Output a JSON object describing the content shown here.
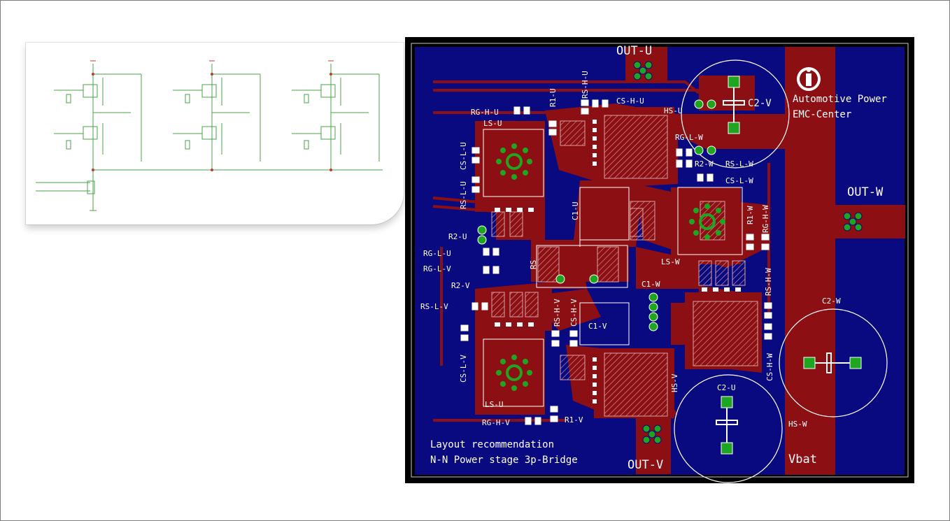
{
  "pcb": {
    "outputs": {
      "u": "OUT-U",
      "v": "OUT-V",
      "w": "OUT-W"
    },
    "supply": "Vbat",
    "branding": {
      "line1": "Automotive Power",
      "line2": "EMC-Center"
    },
    "caption": {
      "line1": "Layout recommendation",
      "line2": "N-N Power stage 3p-Bridge"
    },
    "components": {
      "c2_v_big": "C2-V",
      "c2_w": "C2-W",
      "c2_u": "C2-U",
      "cs_h_u": "CS-H-U",
      "hs_u": "HS-U",
      "rg_h_u": "RG-H-U",
      "r1_u": "R1-U",
      "rs_h_u": "RS-H-U",
      "ls_u": "LS-U",
      "cs_l_u": "CS-L-U",
      "rs_l_u": "RS-L-U",
      "c1_u": "C1-U",
      "rg_l_w": "RG-L-W",
      "r2_w": "R2-W",
      "rs_l_w": "RS-L-W",
      "cs_l_w": "CS-L-W",
      "r1_w": "R1-W",
      "rg_h_w": "RG-H-W",
      "ls_w": "LS-W",
      "rs_h_w": "RS-H-W",
      "r2_u": "R2-U",
      "rg_l_u": "RG-L-U",
      "rg_l_v": "RG-L-V",
      "r2_v": "R2-V",
      "rs": "RS",
      "rs_l_v": "RS-L-V",
      "rs_h_v": "RS-H-V",
      "cs_h_v": "CS-H-V",
      "c1_v": "C1-V",
      "c1_w": "C1-W",
      "cs_l_v": "CS-L-V",
      "ls_v": "LS-U",
      "hs_v": "HS-V",
      "rg_h_v": "RG-H-V",
      "r1_v": "R1-V",
      "hs_w": "HS-W",
      "cs_h_w": "CS-H-W"
    },
    "colors": {
      "board": "#0a0a80",
      "copper": "#8c0f14",
      "pad": "#1fa51f",
      "silk": "#ffffff",
      "border": "#000000"
    }
  }
}
